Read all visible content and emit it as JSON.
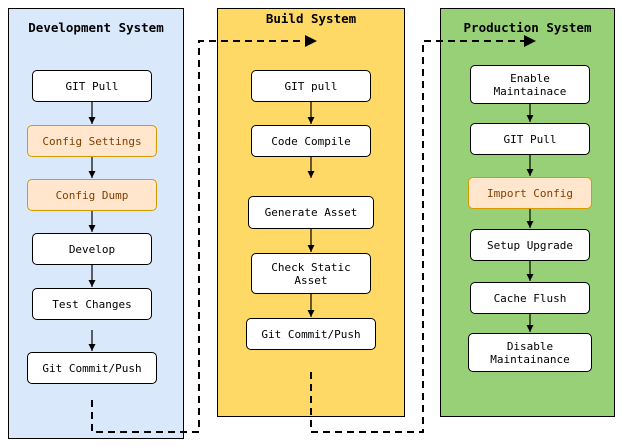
{
  "diagram": {
    "type": "flowchart",
    "columns": [
      {
        "id": "development",
        "title": "Development System",
        "fill": "#dae8fc",
        "stroke": "#000000",
        "nodes": [
          {
            "label": "GIT Pull",
            "style": "plain"
          },
          {
            "label": "Config Settings",
            "style": "highlight"
          },
          {
            "label": "Config Dump",
            "style": "highlight"
          },
          {
            "label": "Develop",
            "style": "plain"
          },
          {
            "label": "Test Changes",
            "style": "plain"
          },
          {
            "label": "Git Commit/Push",
            "style": "plain"
          }
        ]
      },
      {
        "id": "build",
        "title": "Build System",
        "fill": "#ffd966",
        "stroke": "#000000",
        "nodes": [
          {
            "label": "GIT pull",
            "style": "plain"
          },
          {
            "label": "Code Compile",
            "style": "plain"
          },
          {
            "label": "Generate Asset",
            "style": "plain"
          },
          {
            "label": "Check Static\nAsset",
            "style": "plain"
          },
          {
            "label": "Git Commit/Push",
            "style": "plain"
          }
        ]
      },
      {
        "id": "production",
        "title": "Production System",
        "fill": "#97d077",
        "stroke": "#000000",
        "nodes": [
          {
            "label": "Enable\nMaintainace",
            "style": "plain"
          },
          {
            "label": "GIT Pull",
            "style": "plain"
          },
          {
            "label": "Import Config",
            "style": "highlight"
          },
          {
            "label": "Setup Upgrade",
            "style": "plain"
          },
          {
            "label": "Cache Flush",
            "style": "plain"
          },
          {
            "label": "Disable\nMaintainance",
            "style": "plain"
          }
        ]
      }
    ],
    "colors": {
      "highlight_fill": "#ffe6cc",
      "highlight_stroke": "#d79b00",
      "highlight_text": "#7f3f00",
      "connector": "#000000",
      "node_fill": "#ffffff"
    }
  }
}
